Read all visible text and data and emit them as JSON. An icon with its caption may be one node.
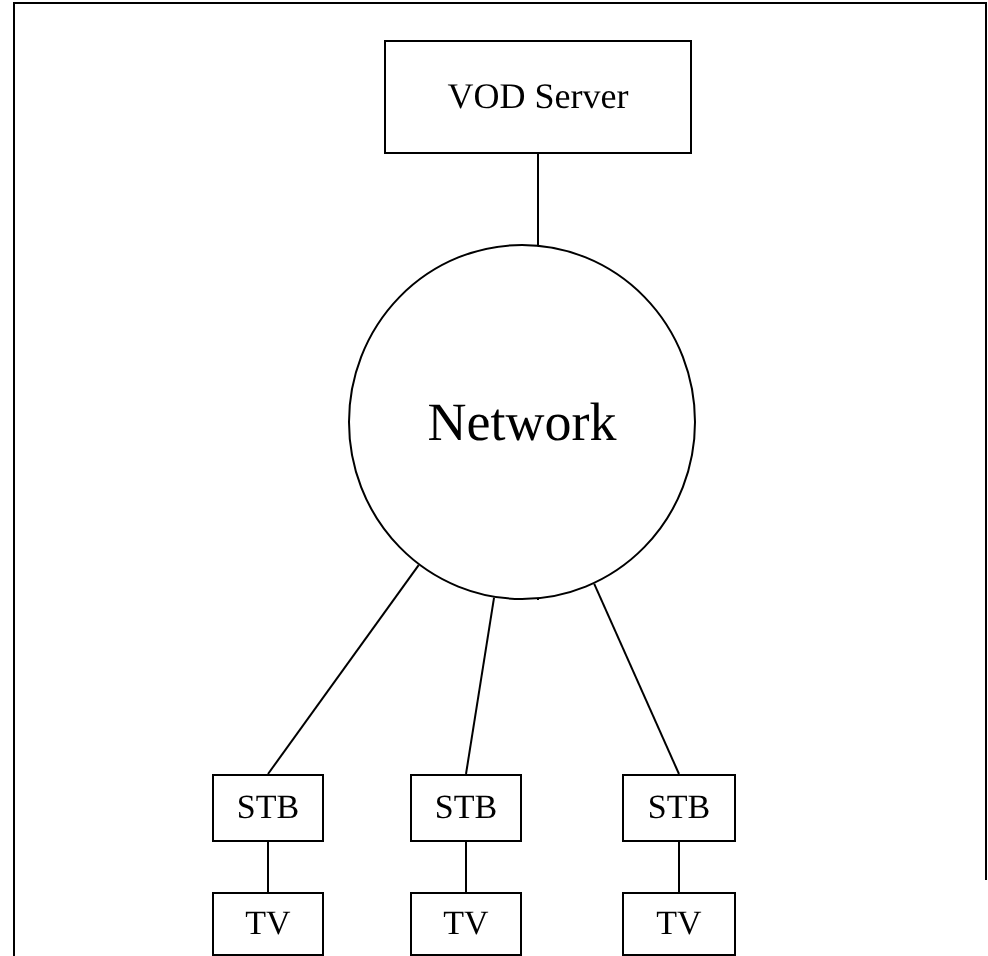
{
  "diagram": {
    "nodes": [
      {
        "text": [
          "VOD Server"
        ]
      },
      {
        "text": [
          "Network"
        ]
      },
      {
        "text": [
          "STB"
        ]
      },
      {
        "text": [
          "STB"
        ]
      },
      {
        "text": [
          "STB"
        ]
      },
      {
        "text": [
          "TV"
        ]
      },
      {
        "text": [
          "TV"
        ]
      },
      {
        "text": [
          "TV"
        ]
      }
    ],
    "edges": [
      {
        "from": 0,
        "to": 1,
        "arrow": "none"
      },
      {
        "from": 1,
        "to": 2,
        "arrow": "none"
      },
      {
        "from": 1,
        "to": 3,
        "arrow": "none"
      },
      {
        "from": 1,
        "to": 4,
        "arrow": "none"
      },
      {
        "from": 2,
        "to": 5,
        "arrow": "none"
      },
      {
        "from": 3,
        "to": 6,
        "arrow": "none"
      },
      {
        "from": 4,
        "to": 7,
        "arrow": "none"
      }
    ]
  }
}
